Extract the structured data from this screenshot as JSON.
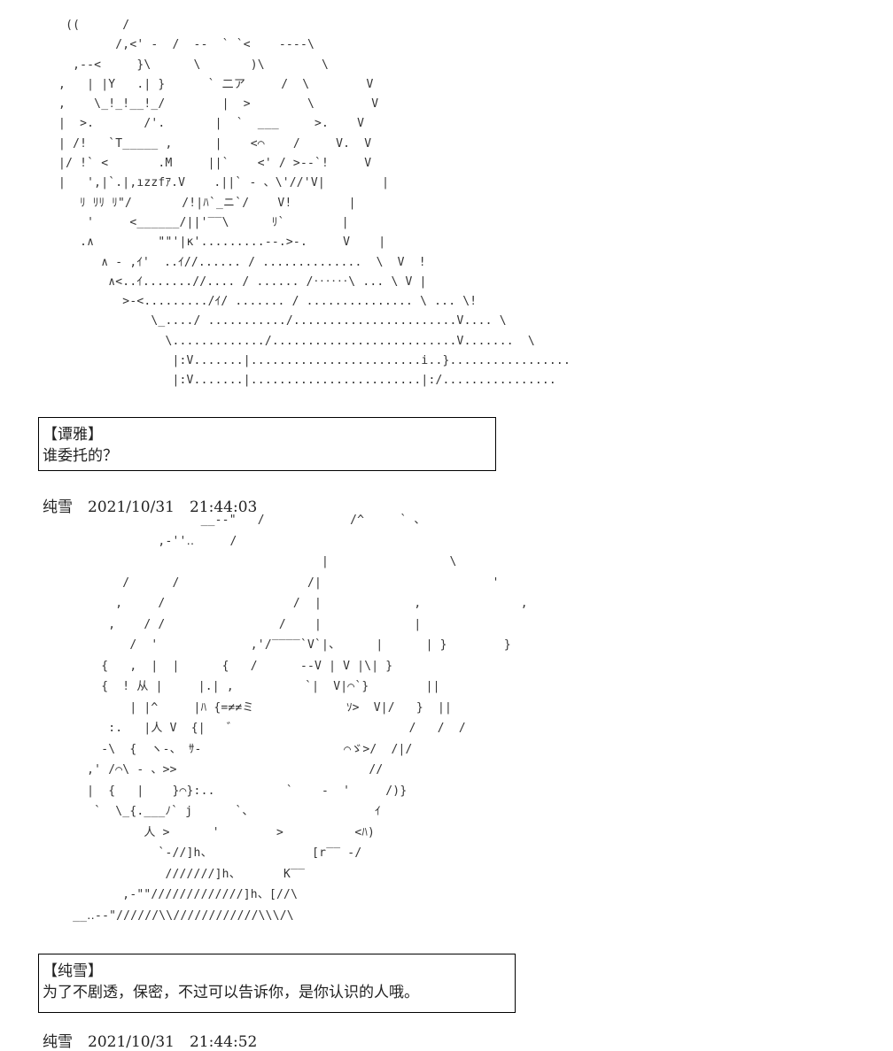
{
  "posts": [
    {
      "art": "   ((      /\n          /,<' -  /  --  ` `<    ----\\\n    ,--<     }\\      \\       )\\        \\\n  ,   | |Y   .| }      ` 二ア     /  \\        V\n  ,    \\_!_!__!_/        |  >        \\        V\n  |  >.       /'.       |  `  ___     >.    V\n  | /!   `T_____ ,      |    <⌒    /     V.  V\n  |/ !` <       .M     ||`    <' / >--`!     V\n  |   ',|`.|,ızzfｱ.V    .||` - 、\\'//'V|        |\n     ﾘ ﾘﾘ ﾘ\"/       /!|ﾊ`_ニ`/    V!        |\n      '     <______/||'‾‾\\      ﾘ`        |\n     .∧         \"\"'|к'.........--.>-.     V    |\n        ∧ - ,ｲ'  ..ｲ//...... / ..............  \\  V  !\n         ∧<..ｲ.......//.... / ...... /‥‥‥\\ ... \\ V |\n           >-<........./ｲ/ ....... / ............... \\ ... \\!\n               \\_..../ .........../.......................V.... \\\n                 \\............./..........................V.......  \\\n                  |:V.......|........................i..}.................\n                  |:V.......|........................|:/................",
      "speaker": "【谭雅】",
      "message": "谁委托的？",
      "author": "纯雪",
      "timestamp": "2021/10/31　21:44:03"
    },
    {
      "art": "                      __--\"   /            /^     ` 、\n                ,-''‥     /\n                                       |                 \\\n           /      /                  /|                        '\n          ,     /                  /  |             ,              ,\n         ,    / /                /    |             |\n            /  '             ,'/‾‾‾‾`V`|、     |      | }        }\n        {   ,  |  |      {   /      --V | V |\\| }\n        {  ! 从 |     |.| ,          `|  V|⌒`}        ||\n            | |^     |ﾊ {=≠≠ミ             ｿ>  V|/   }  ||\n         :.   |人 V  {|   ゛                        /   /  /\n        -\\  {  ヽ-、 ｻ-                    ⌒ゞ>/  /|/\n      ,' /⌒\\ - 、>>                           //\n      |  {   |    }⌒}:..          `    -  '     /)}\n       `  \\_{.___ﾉ` j      `、                 ｲ\n              人 >      '        >          <ﾊ)\n                `-//]h、              [r‾‾ -/\n                 ///////]h、      K‾‾\n           ,-\"\"/////////////]h、[//\\\n    __‥--\"//////\\\\////////////\\\\\\/\\",
      "speaker": "【纯雪】",
      "message": "为了不剧透，保密，不过可以告诉你，是你认识的人哦。",
      "author": "纯雪",
      "timestamp": "2021/10/31　21:44:52"
    }
  ]
}
